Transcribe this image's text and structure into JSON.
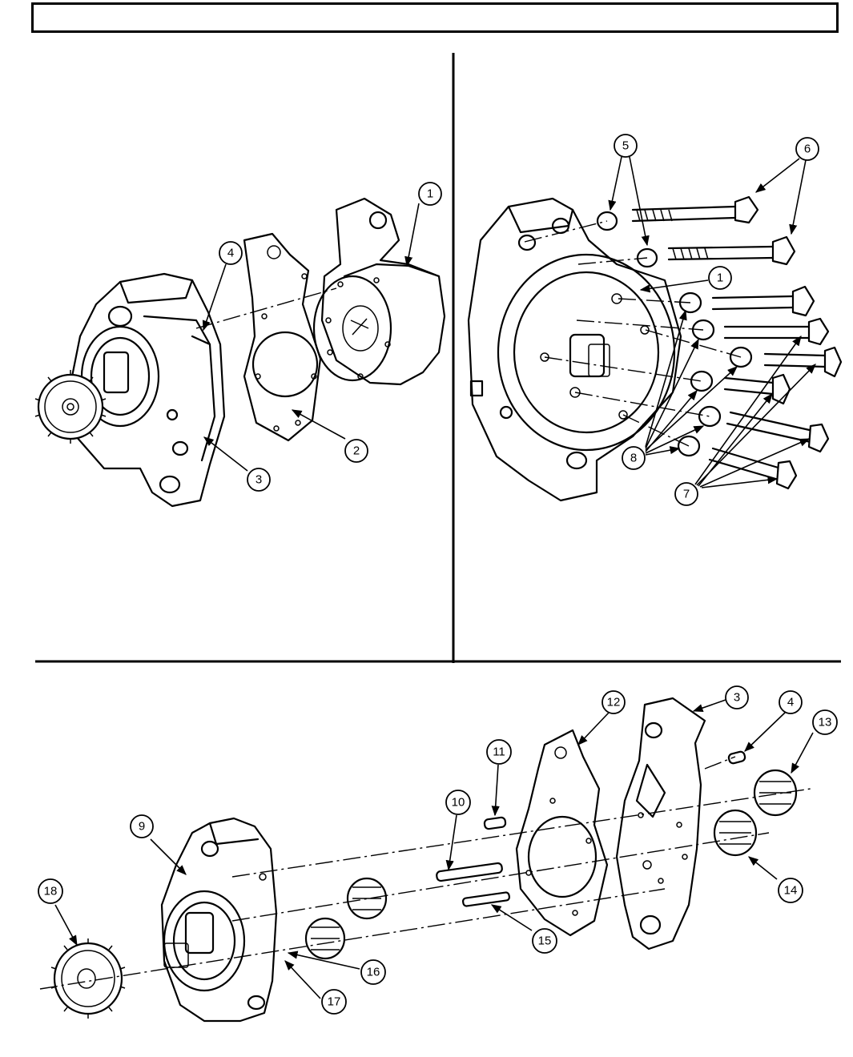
{
  "callouts": {
    "top_left": [
      "1",
      "2",
      "3",
      "4"
    ],
    "top_right": [
      "5",
      "6",
      "1",
      "8",
      "7"
    ],
    "bottom": [
      "12",
      "3",
      "4",
      "13",
      "11",
      "10",
      "9",
      "18",
      "14",
      "15",
      "16",
      "17"
    ]
  }
}
